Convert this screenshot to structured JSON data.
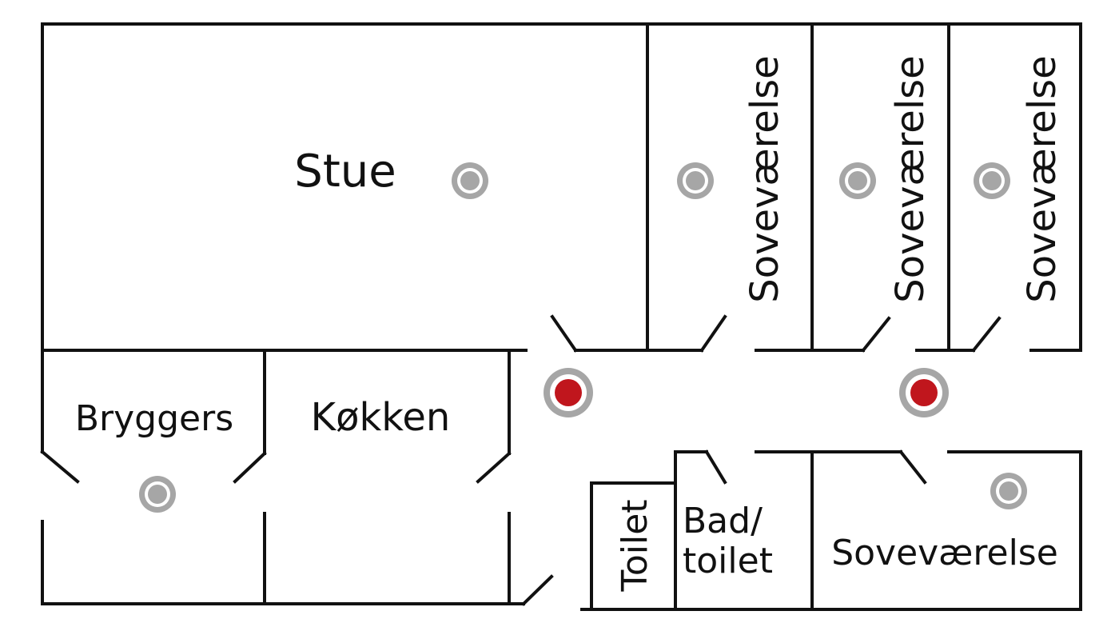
{
  "rooms": {
    "stue": "Stue",
    "soveverelse_1": "Soveværelse",
    "soveverelse_2": "Soveværelse",
    "soveverelse_3": "Soveværelse",
    "bryggers": "Bryggers",
    "kokken": "Køkken",
    "toilet": "Toilet",
    "bad_line1": "Bad/",
    "bad_line2": "toilet",
    "soveverelse_4": "Soveværelse"
  },
  "colors": {
    "wall": "#111111",
    "detector_ring": "#a6a6a6",
    "detector_core_grey": "#a6a6a6",
    "detector_core_red": "#c0161d",
    "background": "#ffffff"
  }
}
